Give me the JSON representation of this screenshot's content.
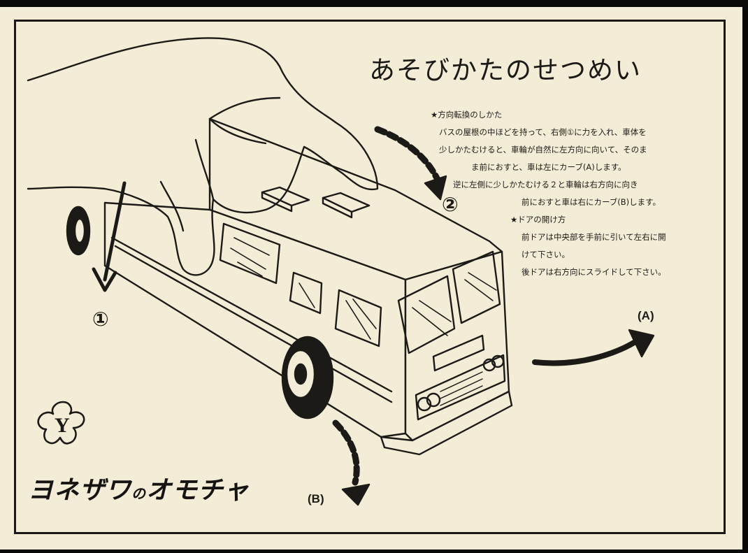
{
  "title": "あそびかたのせつめい",
  "instructions": {
    "lines": [
      "★方向転換のしかた",
      "バスの屋根の中ほどを持って、右側①に力を入れ、車体を",
      "少しかたむけると、車輪が自然に左方向に向いて、そのま",
      "ま前におすと、車は左にカーブ(A)します。",
      "逆に左側に少しかたむける２と車輪は右方向に向き",
      "前におすと車は右にカーブ(B)します。",
      "★ドアの開け方",
      "前ドアは中央部を手前に引いて左右に開",
      "けて下さい。",
      "後ドアは右方向にスライドして下さい。"
    ]
  },
  "labels": {
    "a": "(A)",
    "b": "(B)",
    "one": "①",
    "two": "②"
  },
  "brand": {
    "part1": "ヨネザワ",
    "part2": "の",
    "part3": "オモチャ",
    "logo_letter": "Y"
  },
  "colors": {
    "paper": "#f3ecd6",
    "ink": "#1b1a17"
  }
}
